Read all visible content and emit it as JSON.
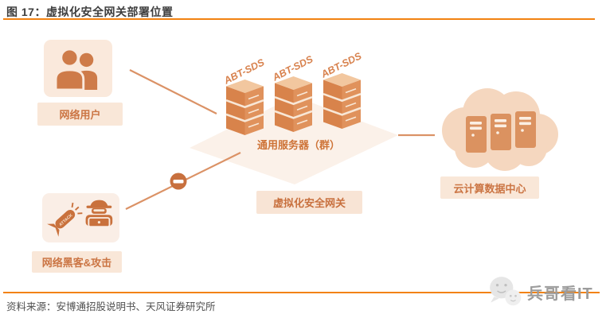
{
  "figure": {
    "title": "图 17：虚拟化安全网关部署位置",
    "source": "资料来源：安博通招股说明书、天风证券研究所"
  },
  "diagram": {
    "network_users": {
      "label": "网络用户"
    },
    "hackers": {
      "label": "网络黑客&攻击",
      "attack_text": "ATTACK"
    },
    "server_cluster": {
      "label": "通用服务器（群）",
      "flag_label": "ABT-SDS",
      "tower_count": 3
    },
    "gateway": {
      "label": "虚拟化安全网关"
    },
    "cloud": {
      "label": "云计算数据中心"
    }
  },
  "watermark": {
    "label": "兵哥看IT"
  },
  "colors": {
    "accent_rule": "#f28211",
    "panel_fill": "#fae9dc",
    "label_text": "#cb7544",
    "icon_orange": "#ce7b49",
    "server_front": "#d8834b",
    "server_top": "#f2c79f",
    "diamond_fill": "#fbf1e9",
    "cloud_fill": "#f5d7bf",
    "block_icon": "#c8703e",
    "title_text": "#3e3e3e",
    "source_text": "#4f4f4f",
    "watermark_gray": "#9c9c9c"
  }
}
